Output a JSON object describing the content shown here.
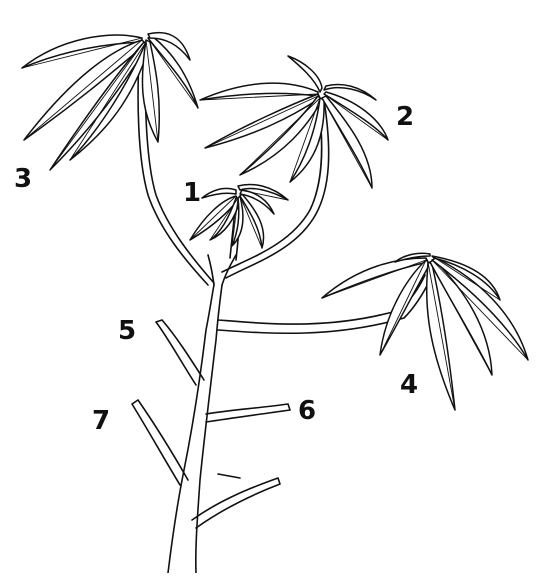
{
  "labels": {
    "leaf_1": "1",
    "leaf_2": "2",
    "leaf_3": "3",
    "leaf_4": "4",
    "scar_5": "5",
    "scar_6": "6",
    "scar_7": "7"
  },
  "colors": {
    "ink": "#111111",
    "background": "#ffffff"
  }
}
